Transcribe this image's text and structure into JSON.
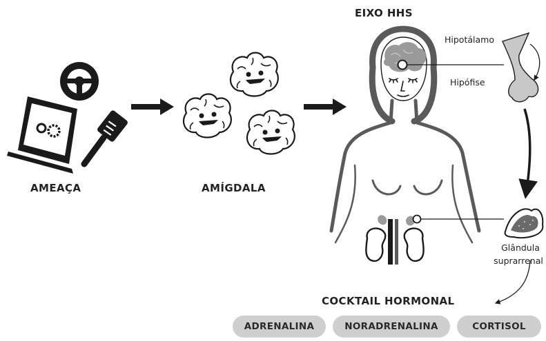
{
  "title": "EIXO HHS",
  "stages": {
    "threat": "AMEAÇA",
    "amygdala": "AMÍGDALA"
  },
  "labels": {
    "hypothalamus": "Hipotálamo",
    "pituitary": "Hipófise",
    "adrenal_line1": "Glândula",
    "adrenal_line2": "suprarrenal"
  },
  "cocktail": {
    "title": "COCKTAIL HORMONAL",
    "hormones": [
      "ADRENALINA",
      "NORADRENALINA",
      "CORTISOL"
    ]
  },
  "icons": [
    "laptop-gear-icon",
    "steering-wheel-icon",
    "spatula-icon",
    "smiling-brain-icon",
    "woman-outline-icon",
    "brain-icon",
    "kidney-icon",
    "adrenal-gland-icon",
    "pituitary-icon"
  ],
  "colors": {
    "ink": "#1a1a1a",
    "body_gray": "#5a5a5a",
    "brain_gray": "#9a9a9a",
    "pill_gray": "#cfcfcf"
  }
}
